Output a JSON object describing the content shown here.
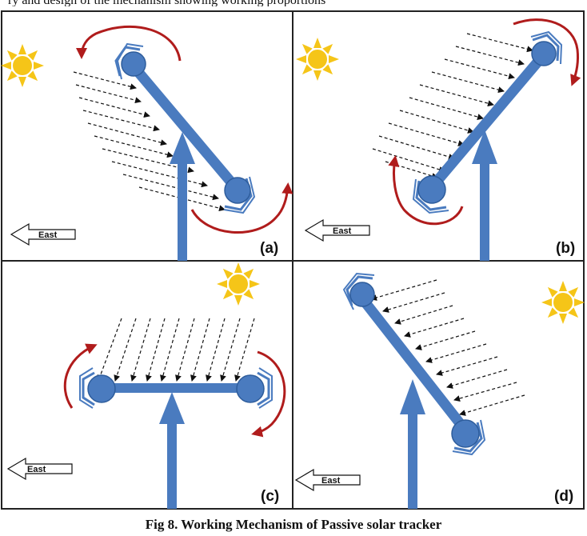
{
  "header_text": "ry and design of the mechanism showing working proportions",
  "panels": [
    {
      "label": "(a)",
      "direction_label": "East"
    },
    {
      "label": "(b)",
      "direction_label": "East"
    },
    {
      "label": "(c)",
      "direction_label": "East"
    },
    {
      "label": "(d)",
      "direction_label": "East"
    }
  ],
  "caption": "Fig 8. Working Mechanism of Passive solar tracker",
  "colors": {
    "beam": "#4a7bbf",
    "sun": "#f5c518",
    "rotation_arrow": "#b01c1c",
    "border": "#222222"
  }
}
